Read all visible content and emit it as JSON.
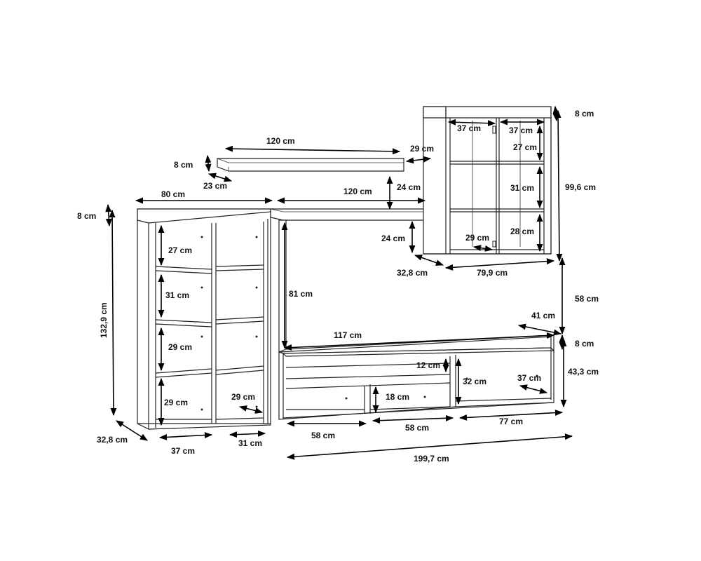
{
  "labels": {
    "shelf_width": "120 cm",
    "shelf_height": "8 cm",
    "shelf_depth": "23 cm",
    "shelf_gap": "29 cm",
    "bridge_width": "120 cm",
    "bridge_gap": "24 cm",
    "bridge_under": "24 cm",
    "tower_width": "80 cm",
    "tower_top": "8 cm",
    "tower_height": "132,9 cm",
    "tower_row1": "27 cm",
    "tower_row2": "31 cm",
    "tower_row3": "29 cm",
    "tower_row4": "29 cm",
    "tower_inner": "29 cm",
    "tower_depth": "32,8 cm",
    "tower_col_left": "37 cm",
    "tower_col_right": "31 cm",
    "bridge_height": "81 cm",
    "wall_top": "8 cm",
    "wall_col_left": "37 cm",
    "wall_col_right": "37 cm",
    "wall_row1": "27 cm",
    "wall_row2": "31 cm",
    "wall_row3": "28 cm",
    "wall_inner": "29 cm",
    "wall_height": "99,6 cm",
    "wall_depth": "32,8 cm",
    "wall_width": "79,9 cm",
    "wall_clearance": "58 cm",
    "tv_depth": "41 cm",
    "tv_top": "8 cm",
    "tv_height": "43,3 cm",
    "tv_top_width": "117 cm",
    "tv_drawer": "12 cm",
    "tv_inner_height": "32 cm",
    "tv_right_depth": "37 cm",
    "tv_open_height": "18 cm",
    "tv_col1": "58 cm",
    "tv_col2": "58 cm",
    "tv_col3": "77 cm",
    "total_width": "199,7 cm"
  }
}
